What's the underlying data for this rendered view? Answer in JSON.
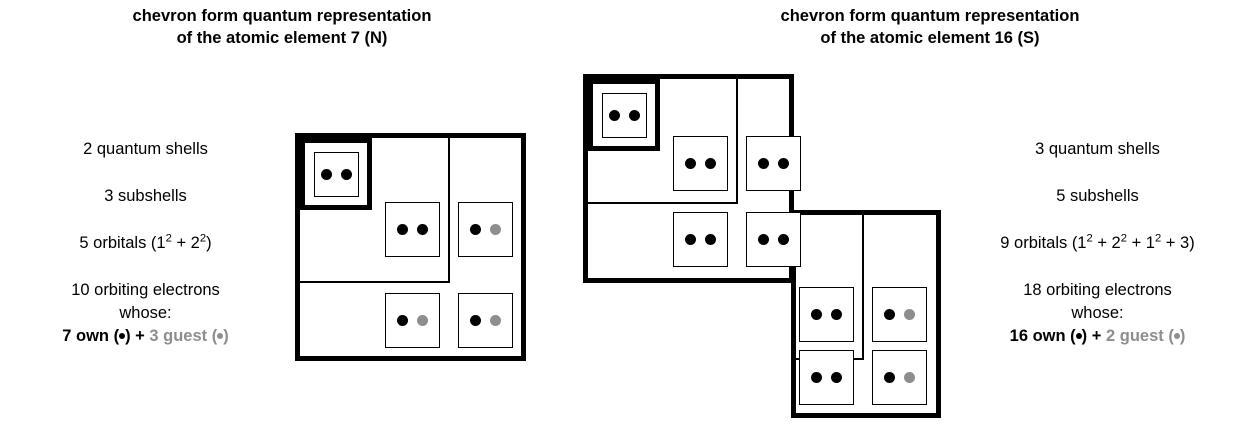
{
  "titles": {
    "left_line1": "chevron form quantum representation",
    "left_line2": "of the atomic element 7 (N)",
    "right_line1": "chevron form quantum representation",
    "right_line2": "of the atomic element 16 (S)"
  },
  "left_info": {
    "shells": "2 quantum shells",
    "subshells": "3 subshells",
    "orbitals_prefix": "5 orbitals (1",
    "orbitals_sup1": "2",
    "orbitals_mid": " + 2",
    "orbitals_sup2": "2",
    "orbitals_suffix": ")",
    "electrons": "10 orbiting electrons",
    "whose": "whose:",
    "own": "7 own (",
    "own_close": ") + ",
    "guest": "3 guest (",
    "guest_close": ")"
  },
  "right_info": {
    "shells": "3 quantum shells",
    "subshells": "5 subshells",
    "orbitals_prefix": "9 orbitals (1",
    "orbitals_sup1": "2",
    "orbitals_mid": " + 2",
    "orbitals_sup2": "2",
    "orbitals_mid2": " + 1",
    "orbitals_sup3": "2",
    "orbitals_suffix": " + 3)",
    "electrons": "18 orbiting electrons",
    "whose": "whose:",
    "own": "16 own (",
    "own_close": ") + ",
    "guest": "2 guest (",
    "guest_close": ")"
  },
  "colors": {
    "own_electron": "#000000",
    "guest_electron": "#8e8e8e",
    "border": "#000000",
    "background": "#ffffff"
  },
  "diagram_nitrogen": {
    "label": "nitrogen chevron diagram",
    "orbitals": [
      {
        "name": "1s",
        "electrons": [
          "own",
          "own"
        ]
      },
      {
        "name": "2s",
        "electrons": [
          "own",
          "own"
        ]
      },
      {
        "name": "2p-x",
        "electrons": [
          "own",
          "guest"
        ]
      },
      {
        "name": "2p-y",
        "electrons": [
          "own",
          "guest"
        ]
      },
      {
        "name": "2p-z",
        "electrons": [
          "own",
          "guest"
        ]
      }
    ]
  },
  "diagram_sulfur": {
    "label": "sulfur chevron diagram",
    "orbitals": [
      {
        "name": "1s",
        "electrons": [
          "own",
          "own"
        ]
      },
      {
        "name": "2s",
        "electrons": [
          "own",
          "own"
        ]
      },
      {
        "name": "2p-x",
        "electrons": [
          "own",
          "own"
        ]
      },
      {
        "name": "2p-y",
        "electrons": [
          "own",
          "own"
        ]
      },
      {
        "name": "2p-z",
        "electrons": [
          "own",
          "own"
        ]
      },
      {
        "name": "3s",
        "electrons": [
          "own",
          "own"
        ]
      },
      {
        "name": "3p-x",
        "electrons": [
          "own",
          "guest"
        ]
      },
      {
        "name": "3p-y",
        "electrons": [
          "own",
          "own"
        ]
      },
      {
        "name": "3p-z",
        "electrons": [
          "own",
          "guest"
        ]
      }
    ]
  }
}
